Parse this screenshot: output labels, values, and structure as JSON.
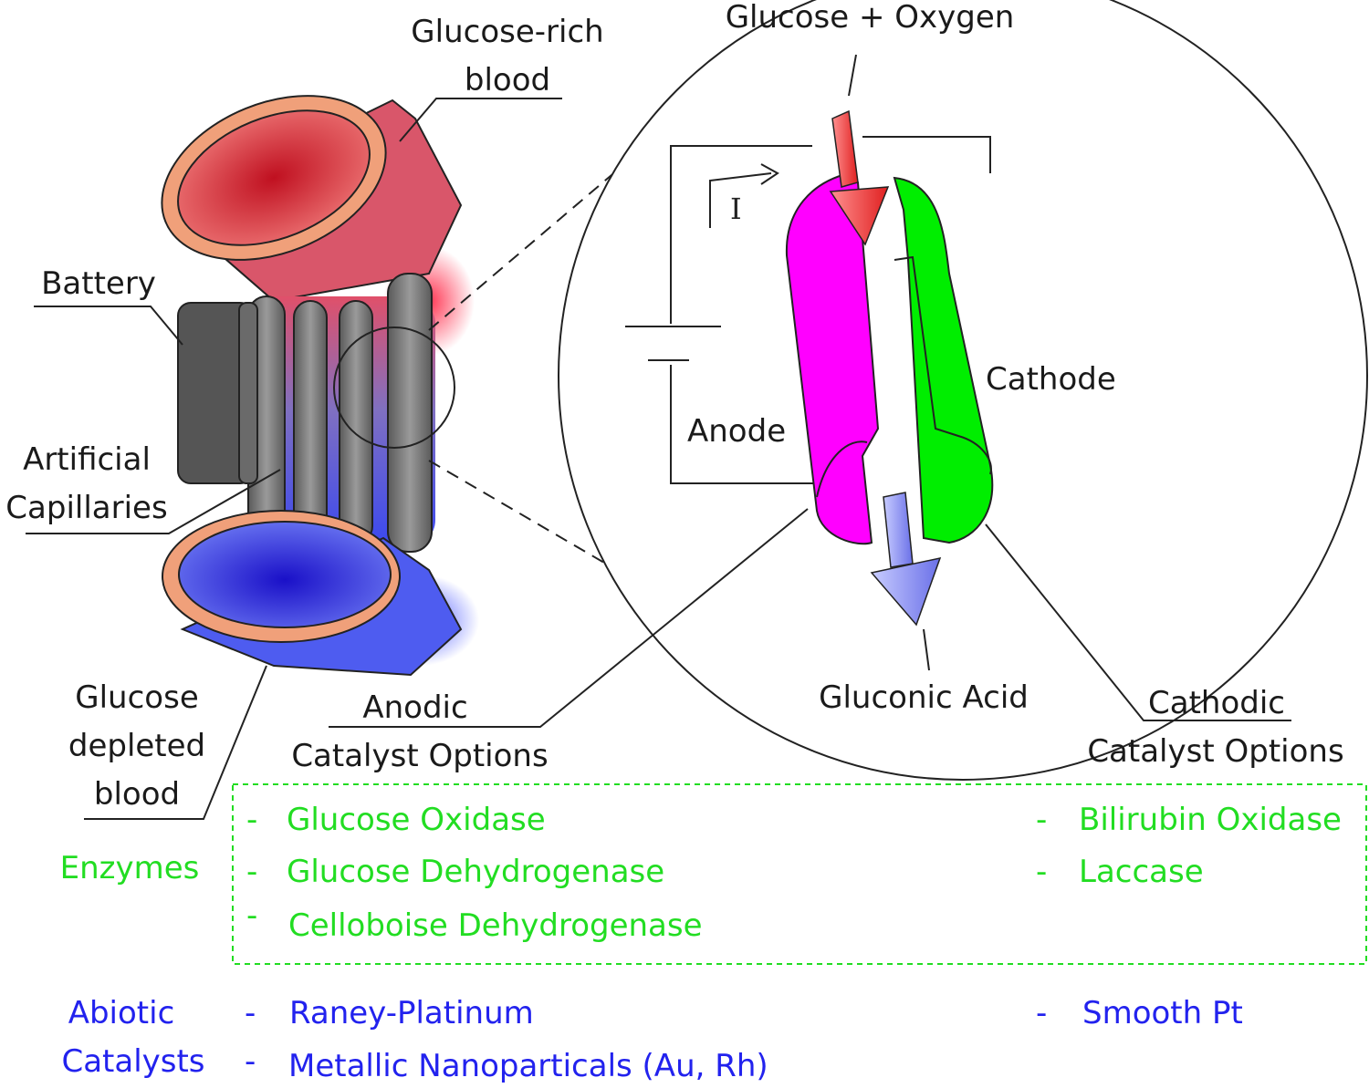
{
  "labels": {
    "glucose_rich_1": "Glucose-rich",
    "glucose_rich_2": "blood",
    "battery": "Battery",
    "artificial_1": "Artificial",
    "artificial_2": "Capillaries",
    "depleted_1": "Glucose",
    "depleted_2": "depleted",
    "depleted_3": "blood",
    "glucose_oxygen": "Glucose + Oxygen",
    "current": "I",
    "anode": "Anode",
    "cathode": "Cathode",
    "gluconic_acid": "Gluconic Acid",
    "anodic_1": "Anodic",
    "anodic_2": "Catalyst Options",
    "cathodic_1": "Cathodic",
    "cathodic_2": "Catalyst Options"
  },
  "enzymes": {
    "heading": "Enzymes",
    "anodic": [
      "Glucose Oxidase",
      "Glucose Dehydrogenase",
      "Celloboise Dehydrogenase"
    ],
    "cathodic": [
      "Bilirubin Oxidase",
      "Laccase"
    ]
  },
  "abiotic": {
    "heading_1": "Abiotic",
    "heading_2": "Catalysts",
    "anodic": [
      "Raney-Platinum",
      "Metallic Nanoparticals (Au, Rh)"
    ],
    "cathodic": [
      "Smooth Pt"
    ]
  },
  "bullet": "-",
  "colors": {
    "enzyme_text": "#22dd22",
    "abiotic_text": "#2222ee",
    "anode": "#ff00ff",
    "cathode": "#00ee00",
    "red_blood": "#d9566a",
    "blue_blood": "#4e5cf0",
    "vessel_rim": "#f0a07a",
    "battery": "#555555"
  }
}
